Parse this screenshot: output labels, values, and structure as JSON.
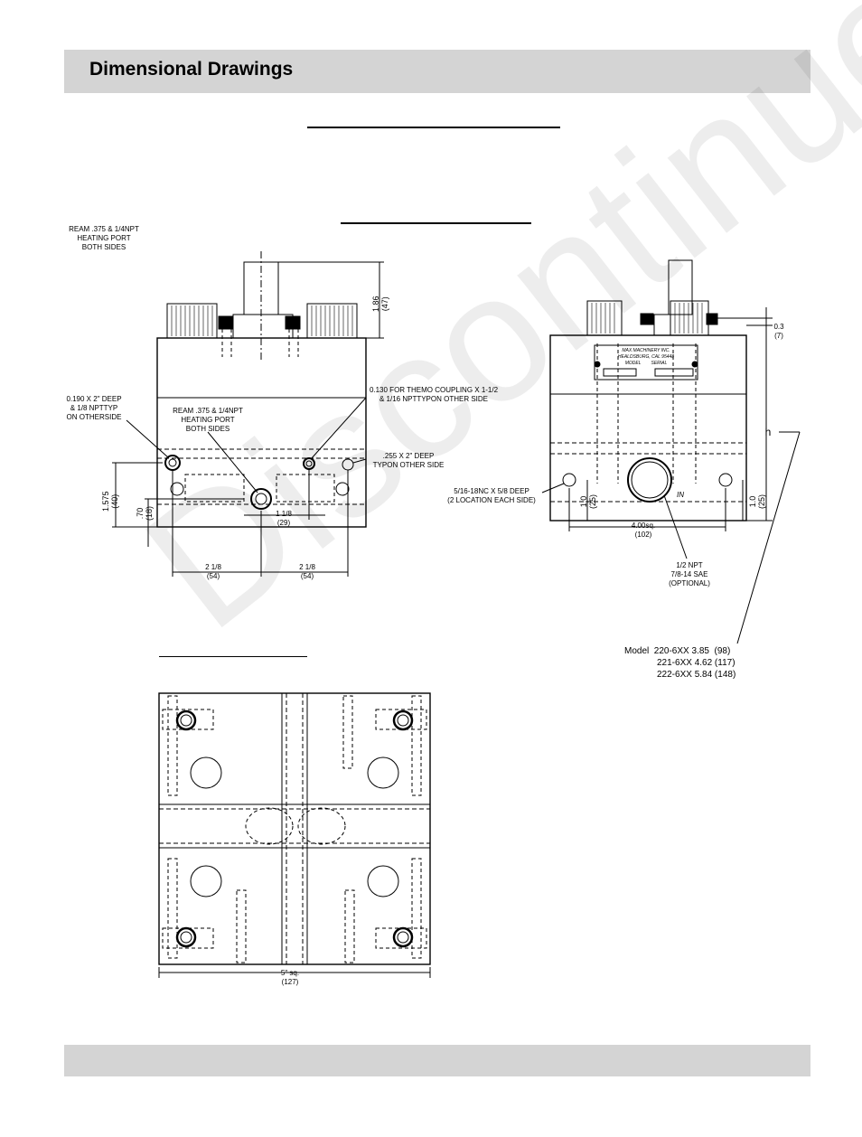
{
  "header": {
    "title": "Dimensional Drawings"
  },
  "watermark": {
    "text": "Discontinued"
  },
  "front_view": {
    "labels": {
      "ream_top": "REAM .375 & 1/4NPT\nHEATING PORT\nBOTH SIDES",
      "dim_186": "1.86\n(47)",
      "ream_mid": "REAM .375 & 1/4NPT\nHEATING PORT\nBOTH SIDES",
      "thermo": "0.130 FOR THEMO COUPLING X 1-1/2\n& 1/16 NPTTYPON OTHER SIDE",
      "deep190": "0.190 X 2\" DEEP\n& 1/8 NPTTYP\nON OTHERSIDE",
      "deep255": ".255 X 2\" DEEP\nTYPON OTHER SIDE",
      "dim_1575": "1.575\n(40)",
      "dim_70": ".70\n(18)",
      "dim_118": "1 1/8\n(29)",
      "dim_218_left": "2 1/8\n(54)",
      "dim_218_right": "2 1/8\n(54)"
    }
  },
  "side_view": {
    "plate": "MAX MACHINERY INC.\nHEALDSBURG, CAL 95448\nMODEL        SERIAL",
    "labels": {
      "dim_03": "0.3\n(7)",
      "h": "h",
      "tap": "5/16-18NC X 5/8 DEEP\n(2 LOCATION EACH SIDE)",
      "in": "IN",
      "dim_10_left": "1.0\n(25)",
      "dim_10_right": "1.0\n(25)",
      "dim_400": "4.00sq.\n(102)",
      "npt": "1/2 NPT\n7/8-14 SAE\n(OPTIONAL)"
    }
  },
  "models": {
    "line1": "Model  220-6XX 3.85  (98)",
    "line2": "221-6XX 4.62 (117)",
    "line3": "222-6XX 5.84 (148)"
  },
  "top_view": {
    "labels": {
      "dim_5sq": "5\" sq.\n(127)"
    }
  }
}
